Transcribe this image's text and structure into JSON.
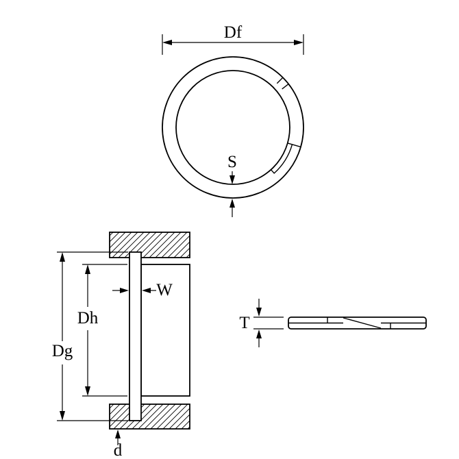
{
  "drawing": {
    "background_color": "#ffffff",
    "line_color": "#000000",
    "views": {
      "front": {
        "dim_outer_diameter": "Df",
        "dim_radial_wall": "S"
      },
      "section": {
        "dim_bore_diameter": "Dh",
        "dim_groove_diameter": "Dg",
        "dim_ring_width": "W",
        "dim_groove_depth": "d"
      },
      "edge": {
        "dim_thickness": "T"
      }
    }
  }
}
